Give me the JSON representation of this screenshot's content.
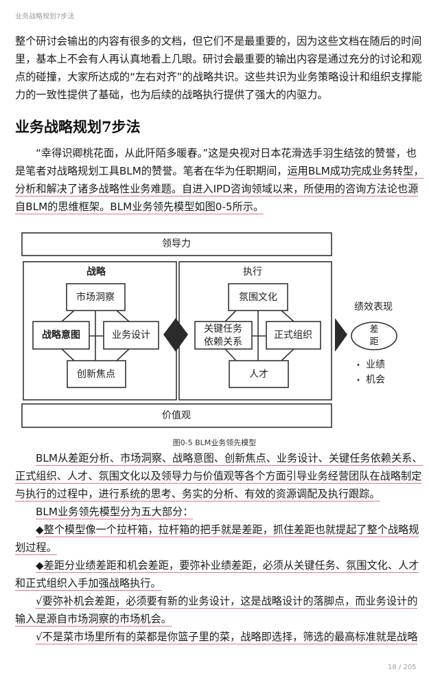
{
  "running_header": "业务战略规划7步法",
  "heading": "业务战略规划7步法",
  "paragraphs_top": [
    {
      "lines": [
        {
          "indent": false,
          "last": false,
          "segs": [
            {
              "t": "整个研讨会输出的内容有很多的文档，但它们不是最重要的，因为这些文档在随后的时间",
              "u": false
            }
          ]
        },
        {
          "indent": false,
          "last": false,
          "segs": [
            {
              "t": "里，基本上不会有人再认真地看上几眼。研讨会最重要的输出内容是通过充分的讨论和观",
              "u": false
            }
          ]
        },
        {
          "indent": false,
          "last": false,
          "segs": [
            {
              "t": "点的碰撞，大家所达成的“左右对齐”的战略共识。这些共识为业务策略设计和组织支撑能",
              "u": false
            }
          ]
        },
        {
          "indent": false,
          "last": true,
          "segs": [
            {
              "t": "力的一致性提供了基础，也为后续的战略执行提供了强大的内驱力。",
              "u": false
            }
          ]
        }
      ]
    }
  ],
  "paragraphs_mid": [
    {
      "lines": [
        {
          "indent": true,
          "last": false,
          "segs": [
            {
              "t": "“幸得识卿桃花面，从此阡陌多暖春。”这是央视对日本花滑选手羽生结弦的赞誉，也",
              "u": false
            }
          ]
        },
        {
          "indent": false,
          "last": false,
          "segs": [
            {
              "t": "是笔者对战略规划工具BLM的赞誉。笔者在华为任职期间，",
              "u": false
            },
            {
              "t": "运用BLM成功完成业务转型，",
              "u": true
            }
          ]
        },
        {
          "indent": false,
          "last": false,
          "segs": [
            {
              "t": "分析和解决了诸多战略性业务难题。自进入IPD咨询领域以来，所使用的咨询方法论也源",
              "u": true
            }
          ]
        },
        {
          "indent": false,
          "last": true,
          "segs": [
            {
              "t": "自BLM的思维框架。BLM业务领先模型如图0-5所示。",
              "u": true
            }
          ]
        }
      ]
    }
  ],
  "figure": {
    "leadership": "领导力",
    "values": "价值观",
    "strategy_title": "战略",
    "strategy_boxes": {
      "top": "市场洞察",
      "left": "战略意图",
      "right": "业务设计",
      "bottom": "创新焦点"
    },
    "execution_title": "执行",
    "execution_boxes": {
      "top": "氛围文化",
      "left_1": "关键任务",
      "left_2": "依赖关系",
      "right": "正式组织",
      "bottom": "人才"
    },
    "performance_title": "绩效表现",
    "gap_1": "差",
    "gap_2": "距",
    "bullets": [
      "业绩",
      "机会"
    ],
    "caption": "图0-5 BLM业务领先模型"
  },
  "paragraphs_bottom": [
    {
      "lines": [
        {
          "indent": true,
          "last": false,
          "segs": [
            {
              "t": "BLM从差距分析、市场洞察、战略意图、创新焦点、业务设计、关键任务依赖关系、",
              "u": true
            }
          ]
        },
        {
          "indent": false,
          "last": false,
          "segs": [
            {
              "t": "正式组织、人才、氛围文化以及领导力与价值观等各个方面引导业务经营团队在战略制定",
              "u": true
            }
          ]
        },
        {
          "indent": false,
          "last": true,
          "segs": [
            {
              "t": "与执行的过程中，进行系统的思考、务实的分析、有效的资源调配及执行跟踪。",
              "u": true
            }
          ]
        },
        {
          "indent": true,
          "last": true,
          "segs": [
            {
              "t": "BLM业务领先模型分为五大部分：",
              "u": true
            }
          ]
        },
        {
          "indent": true,
          "last": false,
          "segs": [
            {
              "t": "◆整个模型像一个拉杆箱，拉杆箱的把手就是差距，抓住差距也就提起了整个战略规",
              "u": true
            }
          ]
        },
        {
          "indent": false,
          "last": true,
          "segs": [
            {
              "t": "划过程。",
              "u": true
            }
          ]
        },
        {
          "indent": true,
          "last": false,
          "segs": [
            {
              "t": "◆差距分业绩差距和机会差距，要弥补业绩差距，必须从关键任务、氛围文化、人才",
              "u": true
            }
          ]
        },
        {
          "indent": false,
          "last": true,
          "segs": [
            {
              "t": "和正式组织入手加强战略执行。",
              "u": true
            }
          ]
        },
        {
          "indent": true,
          "last": false,
          "segs": [
            {
              "t": "√要弥补机会差距，必须要有新的业务设计，这是战略设计的落脚点，而业务设计的",
              "u": true
            }
          ]
        },
        {
          "indent": false,
          "last": true,
          "segs": [
            {
              "t": "输入是源自市场洞察的市场机会。",
              "u": true
            }
          ]
        },
        {
          "indent": true,
          "last": false,
          "segs": [
            {
              "t": "√不是菜市场里所有的菜都是你篮子里的菜，战略即选择，筛选的最高标准就是战略",
              "u": true
            }
          ]
        }
      ]
    }
  ],
  "page_indicator": "18 / 205",
  "colors": {
    "underline": "#e5738c",
    "text": "#1a1a1a",
    "diagram": "#222222"
  }
}
